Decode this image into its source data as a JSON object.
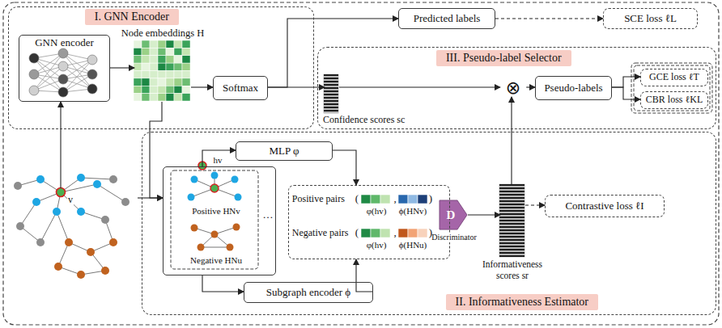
{
  "diagram": {
    "nodes": [
      {
        "text": [
          "I. GNN Encoder"
        ]
      },
      {
        "text": [
          "GNN encoder"
        ],
        "in": 0
      },
      {
        "text": [
          "Node embeddings H"
        ],
        "in": 0
      },
      {
        "text": [
          "Softmax"
        ],
        "in": 0
      },
      {
        "text": [
          "Predicted labels"
        ]
      },
      {
        "text": [
          "SCE loss ℓL"
        ]
      },
      {
        "text": [
          "III. Pseudo-label Selector"
        ]
      },
      {
        "text": [
          "Confidence scores sc"
        ],
        "in": 6
      },
      {
        "text": [
          "⊗"
        ],
        "in": 6
      },
      {
        "text": [
          "Pseudo-labels"
        ],
        "in": 6
      },
      {
        "text": [
          "GCE loss ℓT"
        ],
        "in": 6
      },
      {
        "text": [
          "CBR loss ℓKL"
        ],
        "in": 6
      },
      {
        "text": [
          "v"
        ]
      },
      {
        "text": [
          "II. Informativeness Estimator"
        ]
      },
      {
        "text": [
          "hv",
          "…"
        ],
        "in": 13
      },
      {
        "text": [
          "Positive HNv"
        ],
        "in": 14
      },
      {
        "text": [
          "Negative HNu"
        ],
        "in": 14
      },
      {
        "text": [
          "MLP φ"
        ],
        "in": 13
      },
      {
        "text": [
          "Positive pairs",
          "Negative pairs"
        ],
        "in": 13
      },
      {
        "text": [
          "D",
          "Discriminator"
        ],
        "in": 13
      },
      {
        "text": [
          "Informativeness scores sr"
        ],
        "in": 13
      },
      {
        "text": [
          "Contrastive loss ℓI"
        ],
        "in": 13
      },
      {
        "text": [
          "Subgraph encoder ϕ"
        ],
        "in": 13
      }
    ],
    "edges": [
      {
        "from": 12,
        "to": 1,
        "arrow": "to"
      },
      {
        "from": 1,
        "to": 2,
        "arrow": "to"
      },
      {
        "from": 2,
        "to": 3,
        "arrow": "to"
      },
      {
        "from": 3,
        "to": 4,
        "arrow": "to"
      },
      {
        "from": 3,
        "to": 7,
        "arrow": "to"
      },
      {
        "from": 4,
        "to": 5,
        "arrow": "to"
      },
      {
        "from": 7,
        "to": 8,
        "arrow": "to"
      },
      {
        "from": 8,
        "to": 9,
        "arrow": "to"
      },
      {
        "from": 9,
        "to": 10,
        "arrow": "to"
      },
      {
        "from": 9,
        "to": 11,
        "arrow": "to"
      },
      {
        "from": 12,
        "to": 14,
        "arrow": "to"
      },
      {
        "from": 2,
        "to": 14,
        "arrow": "to"
      },
      {
        "from": 14,
        "to": 17,
        "arrow": "to"
      },
      {
        "from": 14,
        "to": 22,
        "arrow": "to"
      },
      {
        "from": 17,
        "to": 18,
        "arrow": "to"
      },
      {
        "from": 22,
        "to": 18,
        "arrow": "to"
      },
      {
        "from": 19,
        "to": 20,
        "arrow": "to"
      },
      {
        "from": 20,
        "to": 8,
        "arrow": "to"
      },
      {
        "from": 20,
        "to": 21,
        "arrow": "to"
      }
    ],
    "labels": [
      "(",
      "φ(hv)",
      ",",
      "ϕ(HNv)",
      ")",
      "(",
      "φ(hv)",
      ",",
      "ϕ(HNu)",
      ")"
    ]
  }
}
